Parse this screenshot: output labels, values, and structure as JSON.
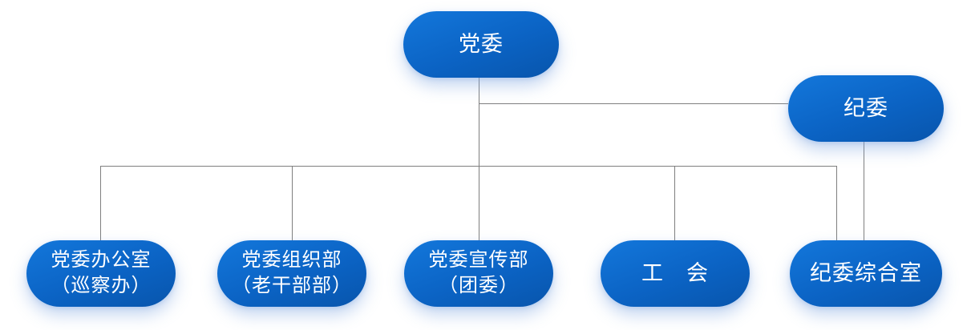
{
  "diagram": {
    "type": "org-chart",
    "nodes": {
      "party_committee": {
        "label": "党委"
      },
      "discipline_committee": {
        "label": "纪委"
      },
      "party_office": {
        "line1": "党委办公室",
        "line2": "（巡察办）"
      },
      "organization_dept": {
        "line1": "党委组织部",
        "line2": "（老干部部）"
      },
      "propaganda_dept": {
        "line1": "党委宣传部",
        "line2": "（团委）"
      },
      "labor_union": {
        "label": "工　会"
      },
      "discipline_office": {
        "label": "纪委综合室"
      }
    },
    "edges": [
      "党委 → 党委办公室（巡察办）",
      "党委 → 党委组织部（老干部部）",
      "党委 → 党委宣传部（团委）",
      "党委 → 工会",
      "党委 → 纪委综合室",
      "党委 → 纪委",
      "纪委 → 纪委综合室"
    ]
  },
  "colors": {
    "node_fill_top": "#1377db",
    "node_fill_bottom": "#0855ac",
    "node_text": "#ffffff",
    "connector": "#7f7f7f",
    "background": "#ffffff"
  }
}
